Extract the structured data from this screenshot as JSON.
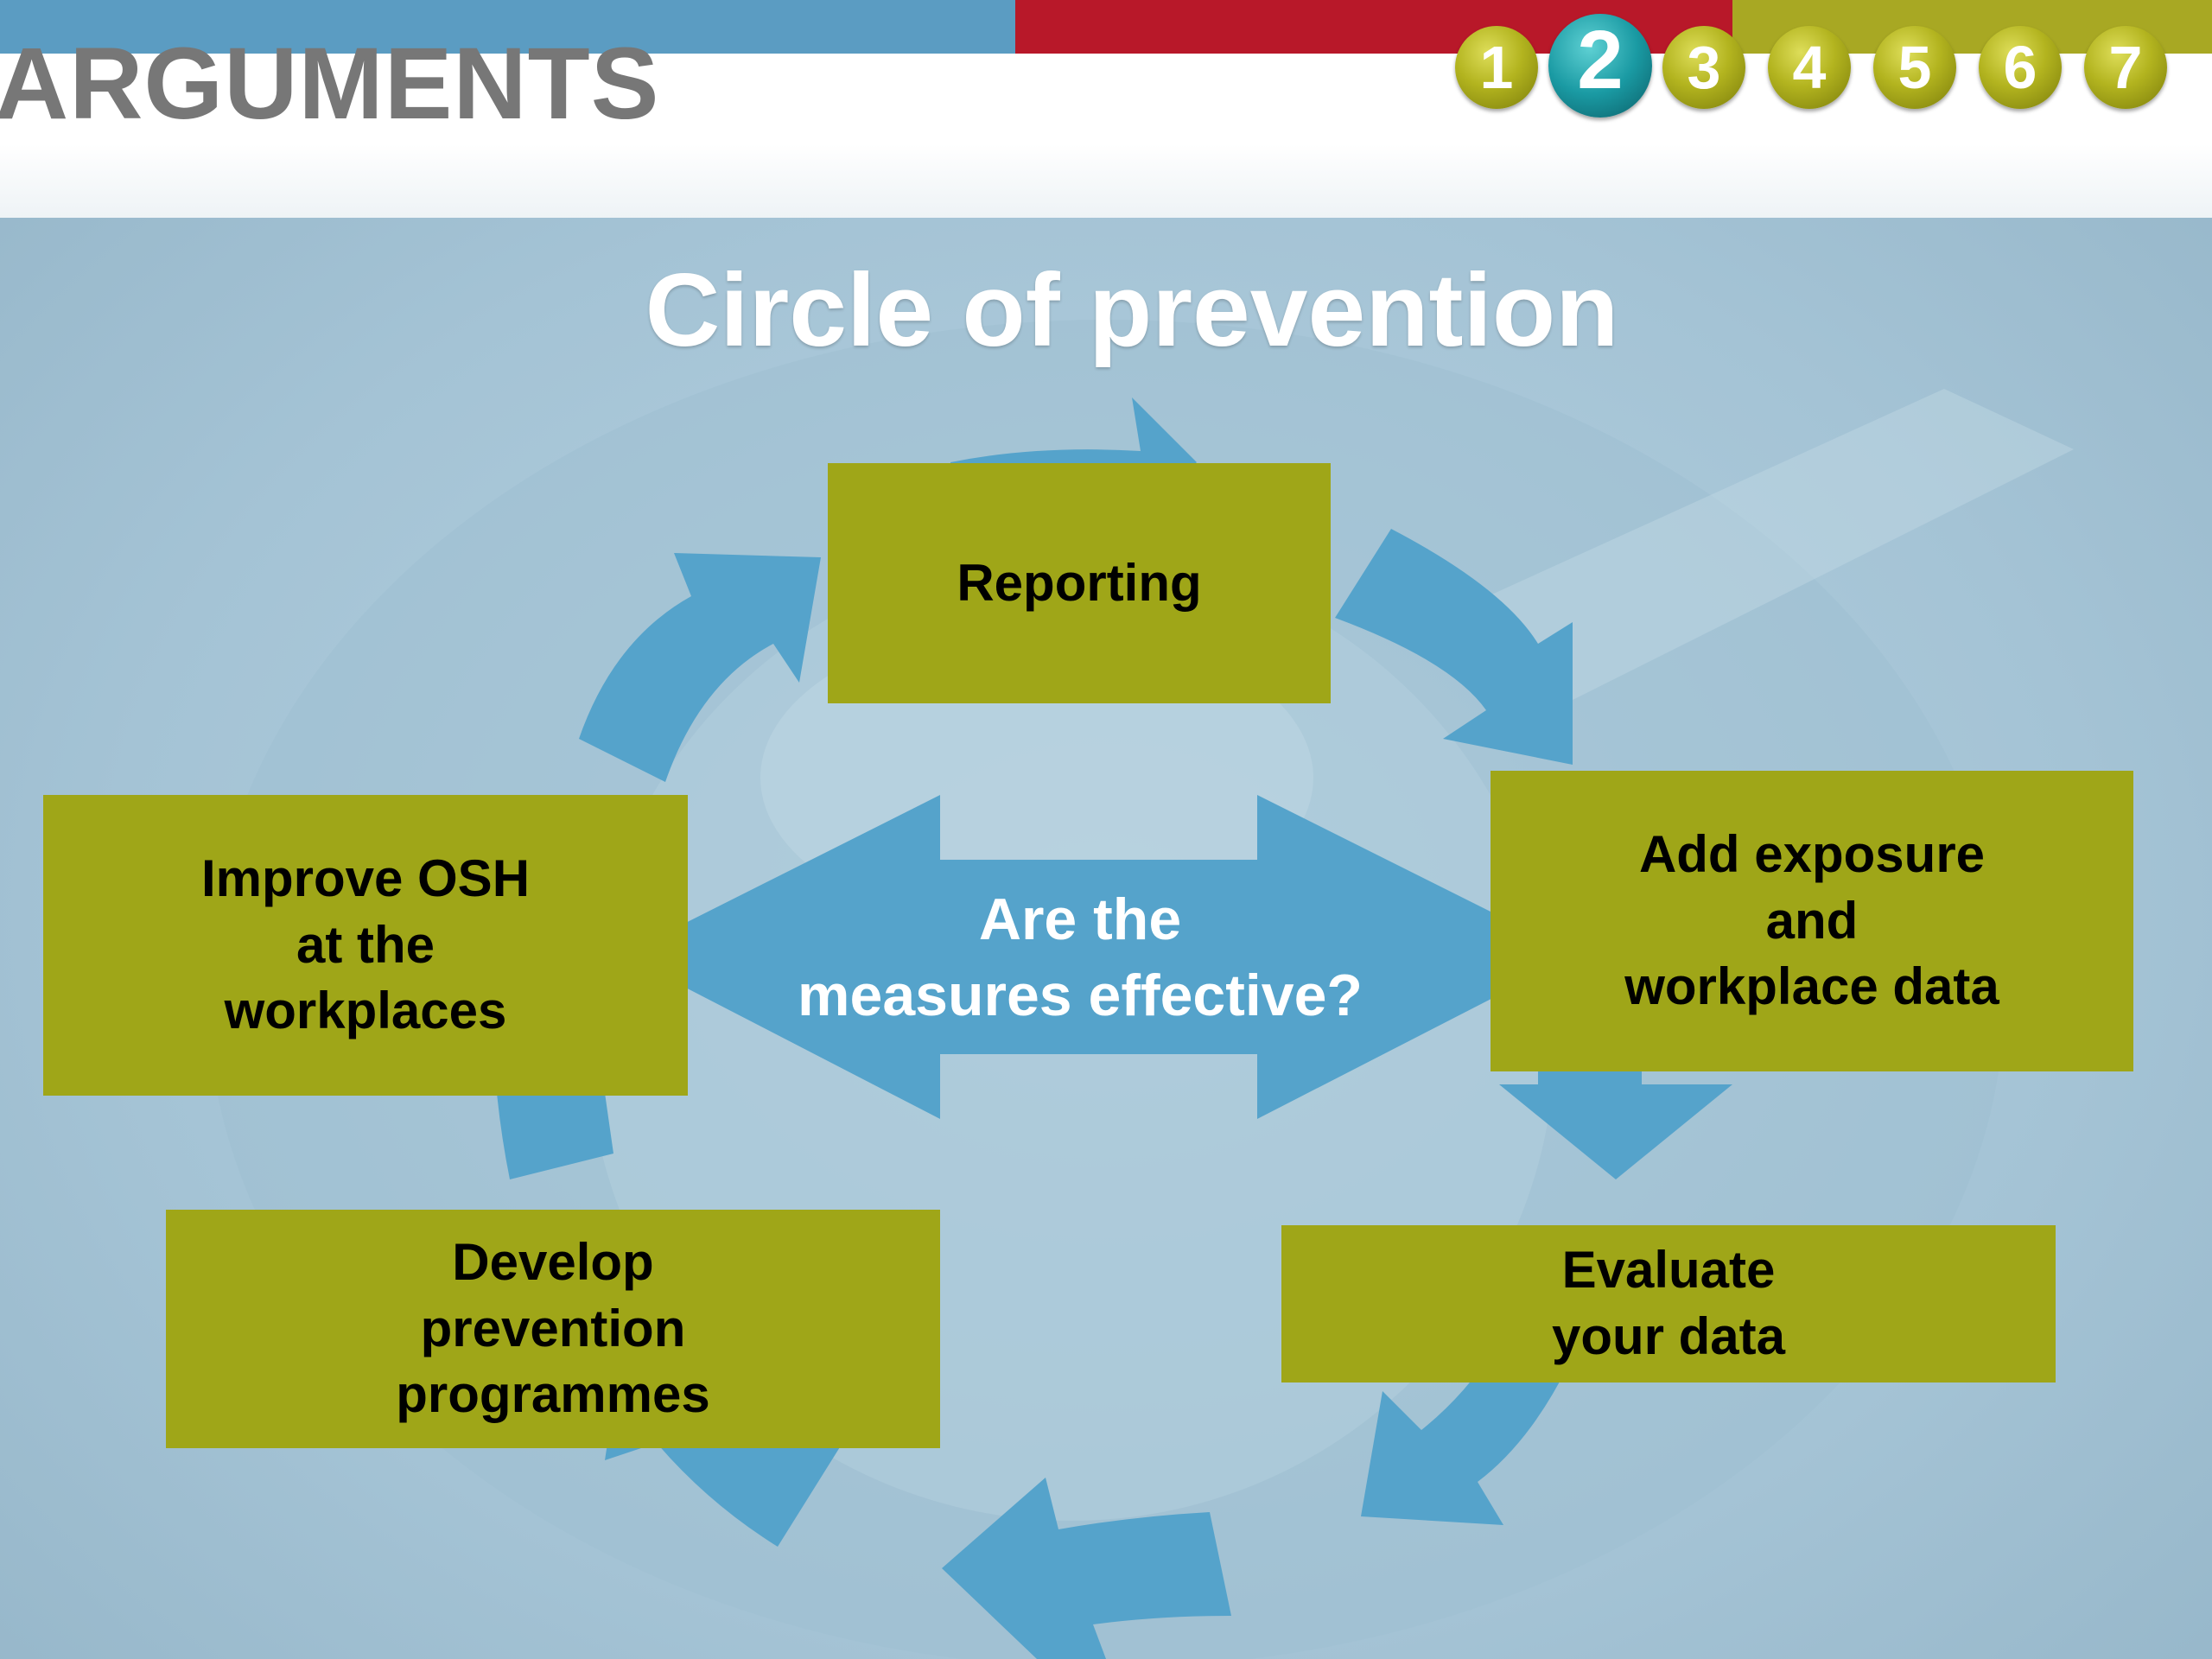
{
  "colors": {
    "bar_blue": "#5b9cc2",
    "bar_red": "#b81829",
    "bar_olive": "#a8a823",
    "box_olive": "#9fa618",
    "arrow_blue": "#55a3cb",
    "section_title": "#777777"
  },
  "header": {
    "section_title": "ARGUMENTS",
    "steps": [
      "1",
      "2",
      "3",
      "4",
      "5",
      "6",
      "7"
    ],
    "active_step": "2"
  },
  "slide": {
    "title": "Circle of prevention"
  },
  "diagram": {
    "nodes": {
      "reporting": "Reporting",
      "exposure": "Add exposure\nand\nworkplace data",
      "evaluate": "Evaluate\nyour data",
      "develop": "Develop\nprevention\nprogrammes",
      "improve": "Improve OSH\nat the\nworkplaces"
    },
    "center_question": "Are the\nmeasures effective?"
  }
}
